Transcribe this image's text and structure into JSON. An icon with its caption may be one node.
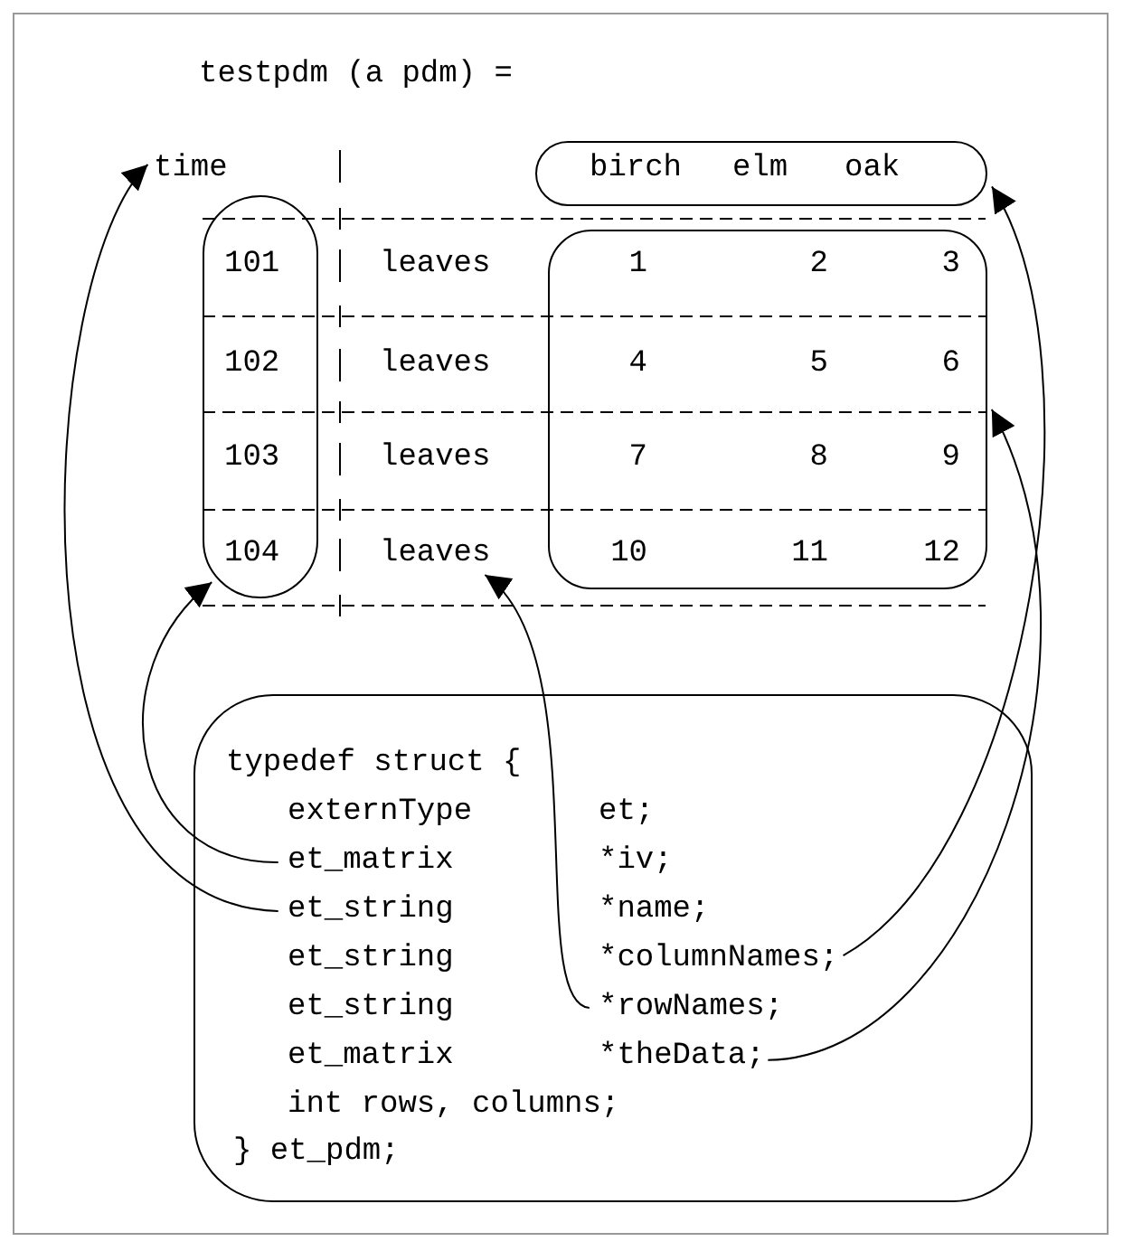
{
  "diagram": {
    "title": "testpdm (a pdm) =",
    "nodes": [
      {
        "text": [
          "time"
        ]
      },
      {
        "text": [
          "birch",
          "elm",
          "oak"
        ]
      },
      {
        "text": [
          "101",
          "102",
          "103",
          "104"
        ]
      },
      {
        "text": [
          "1",
          "2",
          "3",
          "4",
          "5",
          "6",
          "7",
          "8",
          "9",
          "10",
          "11",
          "12"
        ]
      },
      {
        "text": [
          "leaves"
        ]
      },
      {
        "text": [],
        "shape": "box"
      },
      {
        "text": [
          "typedef struct {"
        ],
        "in": 5
      },
      {
        "text": [
          "externType",
          "et;"
        ],
        "in": 5
      },
      {
        "text": [
          "et_matrix",
          "*iv;"
        ],
        "in": 5
      },
      {
        "text": [
          "et_string",
          "*name;"
        ],
        "in": 5
      },
      {
        "text": [
          "et_string",
          "*columnNames;"
        ],
        "in": 5
      },
      {
        "text": [
          "et_string",
          "*rowNames;"
        ],
        "in": 5
      },
      {
        "text": [
          "et_matrix",
          "*theData;"
        ],
        "in": 5
      },
      {
        "text": [
          "int rows, columns;"
        ],
        "in": 5
      },
      {
        "text": [
          "} et_pdm;"
        ],
        "in": 5
      }
    ],
    "edges": [
      {
        "from": 8,
        "to": 2,
        "arrow": "to"
      },
      {
        "from": 9,
        "to": 0,
        "arrow": "to"
      },
      {
        "from": 10,
        "to": 1,
        "arrow": "to"
      },
      {
        "from": 11,
        "to": 4,
        "arrow": "to"
      },
      {
        "from": 12,
        "to": 3,
        "arrow": "to"
      }
    ],
    "labels": [
      "leaves",
      "leaves",
      "leaves"
    ]
  }
}
